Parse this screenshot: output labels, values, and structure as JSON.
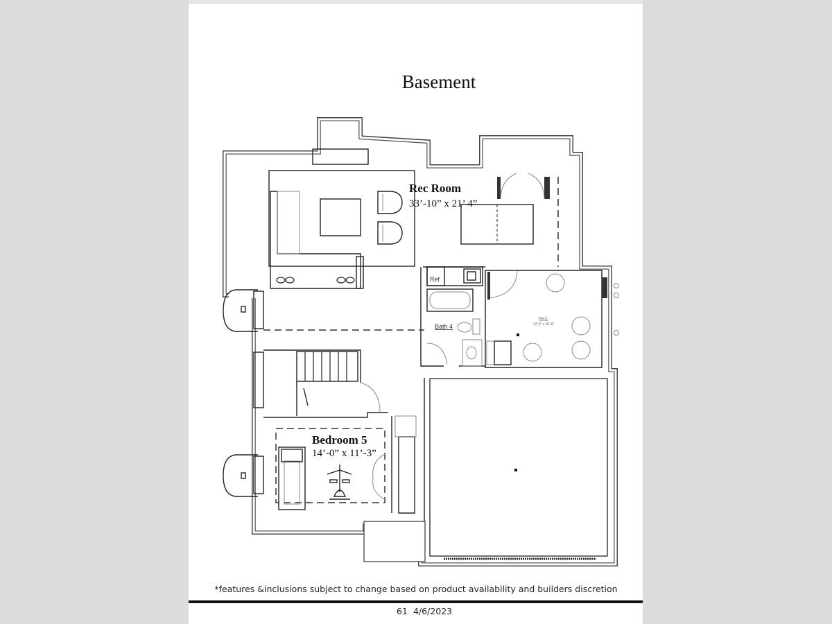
{
  "title": "Basement",
  "rooms": {
    "rec_room": {
      "name": "Rec Room",
      "dimensions": "33’-10” x 21’ 4”"
    },
    "bedroom": {
      "name": "Bedroom 5",
      "dimensions": "14’-0” x 11’-3”"
    },
    "mech": {
      "name": "Mech.",
      "dimensions": "12'-0\" x 10'-0\""
    },
    "bath": {
      "name": "Bath 4"
    },
    "ref": {
      "name": "Ref"
    }
  },
  "disclaimer": "*features &inclusions subject to change based on product availability and builders discretion",
  "footer": {
    "page_number": "61",
    "date": "4/6/2023"
  }
}
